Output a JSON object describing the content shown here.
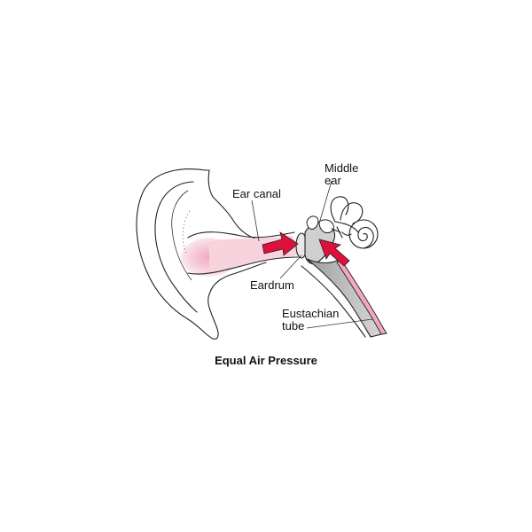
{
  "labels": {
    "ear_canal": "Ear canal",
    "middle_ear_line1": "Middle",
    "middle_ear_line2": "ear",
    "eardrum": "Eardrum",
    "eustachian_line1": "Eustachian",
    "eustachian_line2": "tube"
  },
  "caption": "Equal Air Pressure",
  "colors": {
    "arrow": "#e0103c",
    "pink_fill": "#f4c6d4",
    "tube_gray": "#b8b8b8",
    "tube_pink": "#f2a9c0"
  },
  "icons": {
    "arrow_canal": "right-arrow",
    "arrow_tube": "up-left-arrow"
  }
}
